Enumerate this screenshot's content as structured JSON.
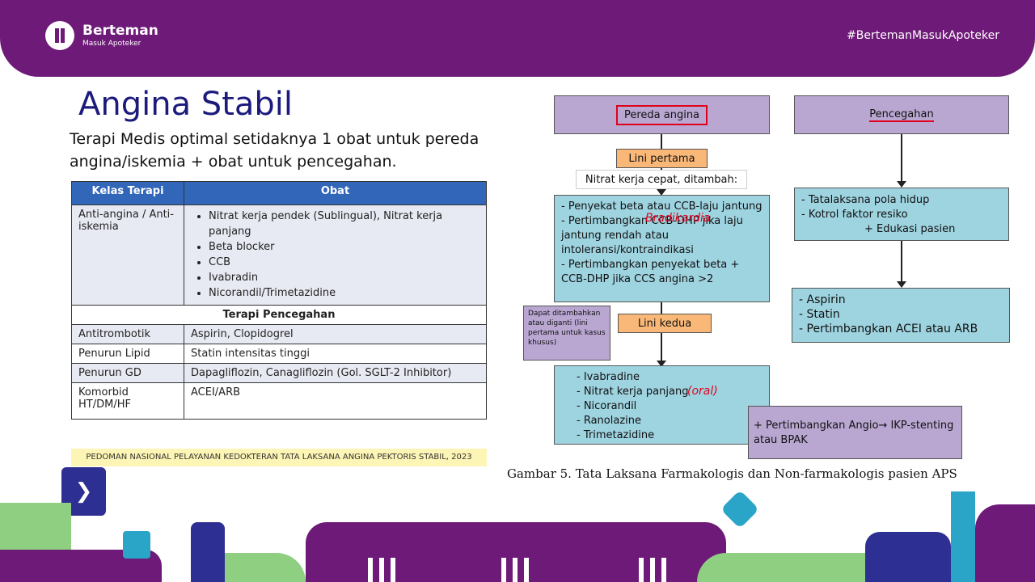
{
  "header": {
    "brand_name": "Berteman",
    "brand_sub": "Masuk Apoteker",
    "hashtag": "#BertemanMasukApoteker"
  },
  "slide": {
    "title": "Angina Stabil",
    "intro": "Terapi Medis optimal setidaknya 1 obat untuk pereda angina/iskemia + obat untuk pencegahan."
  },
  "table": {
    "headers": [
      "Kelas Terapi",
      "Obat"
    ],
    "anti_angina": {
      "class": "Anti-angina / Anti-iskemia",
      "drugs": [
        "Nitrat kerja pendek (Sublingual), Nitrat kerja panjang",
        "Beta blocker",
        "CCB",
        "Ivabradin",
        "Nicorandil/Trimetazidine"
      ]
    },
    "section_title": "Terapi Pencegahan",
    "rows": [
      {
        "class": "Antitrombotik",
        "drug": "Aspirin, Clopidogrel"
      },
      {
        "class": "Penurun Lipid",
        "drug": "Statin intensitas tinggi"
      },
      {
        "class": "Penurun GD",
        "drug": "Dapagliflozin, Canagliflozin (Gol. SGLT-2 Inhibitor)"
      },
      {
        "class": "Komorbid HT/DM/HF",
        "drug": "ACEI/ARB"
      }
    ]
  },
  "source": "PEDOMAN NASIONAL PELAYANAN KEDOKTERAN TATA LAKSANA ANGINA PEKTORIS STABIL, 2023",
  "flow": {
    "pereda": "Pereda angina",
    "pencegahan": "Pencegahan",
    "lini_pertama": "Lini pertama",
    "nitrat_note": "Nitrat kerja cepat, ditambah:",
    "first_line_items": [
      "Penyekat beta atau CCB-laju jantung",
      "Pertimbangkan CCB-DHP jika laju jantung rendah atau intoleransi/kontraindikasi",
      "Pertimbangkan penyekat beta + CCB-DHP jika CCS angina >2"
    ],
    "lini_kedua": "Lini kedua",
    "side_note": "Dapat ditambahkan atau diganti (lini pertama untuk kasus khusus)",
    "second_line_items": [
      "Ivabradine",
      "Nitrat kerja panjang",
      "Nicorandil",
      "Ranolazine",
      "Trimetazidine"
    ],
    "prevention_items": [
      "Tatalaksana pola hidup",
      "Kotrol faktor resiko"
    ],
    "prevention_extra": "+ Edukasi pasien",
    "drug_items": [
      "Aspirin",
      "Statin",
      "Pertimbangkan ACEI atau ARB"
    ],
    "angio_note": "+ Pertimbangkan Angio→ IKP-stenting atau BPAK"
  },
  "annotations": {
    "bradikardia": "Bradikardia",
    "oral": "(oral)"
  },
  "caption": "Gambar 5. Tata Laksana Farmakologis dan Non-farmakologis pasien APS",
  "nav": {
    "next_glyph": "❯"
  },
  "colors": {
    "brand_purple": "#6e1a78",
    "table_header": "#3266b8",
    "box_purple": "#b9a7d2",
    "box_cyan": "#9ed3e0",
    "box_orange": "#f9b878"
  }
}
